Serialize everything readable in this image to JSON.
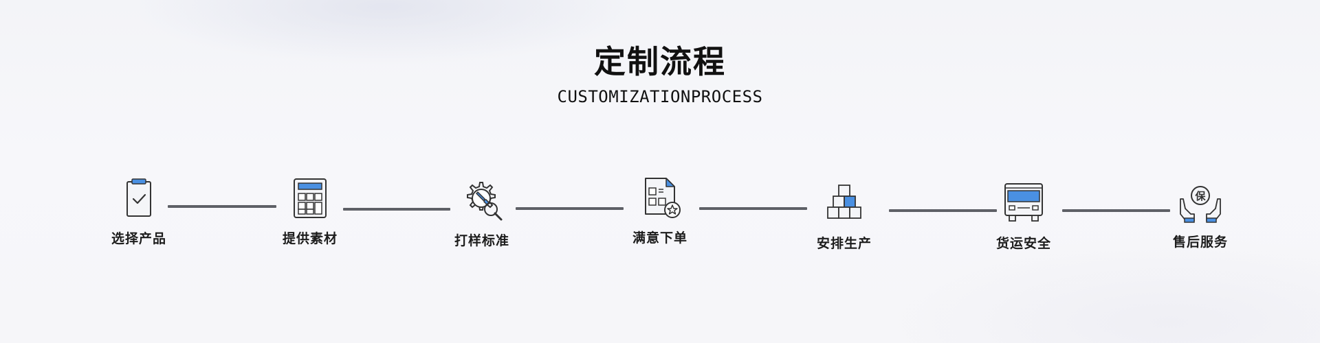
{
  "title": {
    "cn": "定制流程",
    "en": "CUSTOMIZATIONPROCESS"
  },
  "steps": [
    {
      "label": "选择产品",
      "icon": "clipboard-check-icon"
    },
    {
      "label": "提供素材",
      "icon": "calculator-icon"
    },
    {
      "label": "打样标准",
      "icon": "gear-wrench-search-icon"
    },
    {
      "label": "满意下单",
      "icon": "document-star-icon"
    },
    {
      "label": "安排生产",
      "icon": "stacked-boxes-icon"
    },
    {
      "label": "货运安全",
      "icon": "truck-icon"
    },
    {
      "label": "售后服务",
      "icon": "hands-guarantee-icon"
    }
  ],
  "icon_text": {
    "guarantee": "保"
  },
  "colors": {
    "accent": "#4a90e2",
    "line": "#5e6066",
    "icon_stroke": "#333333",
    "text": "#1c1c1c"
  }
}
